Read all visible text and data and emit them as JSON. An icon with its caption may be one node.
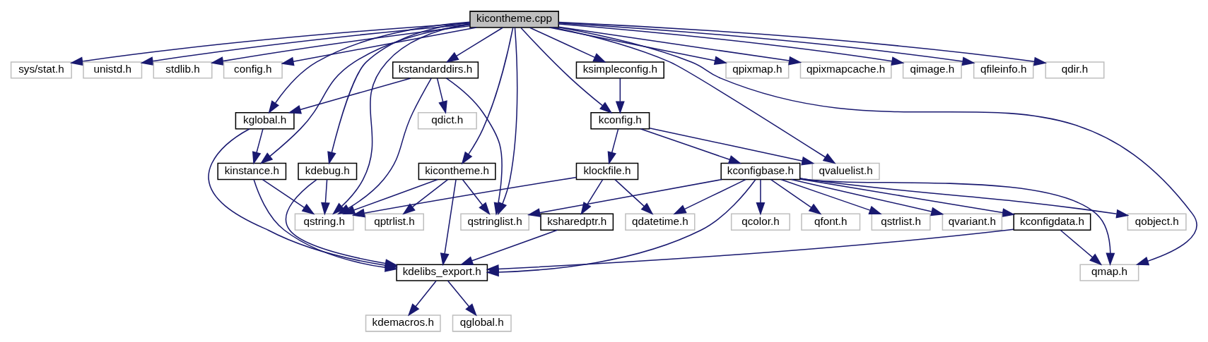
{
  "diagram": {
    "nodes": [
      {
        "text": [
          "kicontheme.cpp"
        ]
      },
      {
        "text": [
          "sys/stat.h"
        ]
      },
      {
        "text": [
          "unistd.h"
        ]
      },
      {
        "text": [
          "stdlib.h"
        ]
      },
      {
        "text": [
          "config.h"
        ]
      },
      {
        "text": [
          "kstandarddirs.h"
        ]
      },
      {
        "text": [
          "ksimpleconfig.h"
        ]
      },
      {
        "text": [
          "qpixmap.h"
        ]
      },
      {
        "text": [
          "qpixmapcache.h"
        ]
      },
      {
        "text": [
          "qimage.h"
        ]
      },
      {
        "text": [
          "qfileinfo.h"
        ]
      },
      {
        "text": [
          "qdir.h"
        ]
      },
      {
        "text": [
          "kglobal.h"
        ]
      },
      {
        "text": [
          "qdict.h"
        ]
      },
      {
        "text": [
          "kconfig.h"
        ]
      },
      {
        "text": [
          "kdebug.h"
        ]
      },
      {
        "text": [
          "kicontheme.h"
        ]
      },
      {
        "text": [
          "kinstance.h"
        ]
      },
      {
        "text": [
          "klockfile.h"
        ]
      },
      {
        "text": [
          "kconfigbase.h"
        ]
      },
      {
        "text": [
          "qvaluelist.h"
        ]
      },
      {
        "text": [
          "qptrlist.h"
        ]
      },
      {
        "text": [
          "qstring.h"
        ]
      },
      {
        "text": [
          "qstringlist.h"
        ]
      },
      {
        "text": [
          "ksharedptr.h"
        ]
      },
      {
        "text": [
          "qdatetime.h"
        ]
      },
      {
        "text": [
          "qobject.h"
        ]
      },
      {
        "text": [
          "kconfigdata.h"
        ]
      },
      {
        "text": [
          "qcolor.h"
        ]
      },
      {
        "text": [
          "qfont.h"
        ]
      },
      {
        "text": [
          "qstrlist.h"
        ]
      },
      {
        "text": [
          "qvariant.h"
        ]
      },
      {
        "text": [
          "kdelibs_export.h"
        ]
      },
      {
        "text": [
          "qmap.h"
        ]
      },
      {
        "text": [
          "kdemacros.h"
        ]
      },
      {
        "text": [
          "qglobal.h"
        ]
      }
    ],
    "edges": [
      {
        "from": 0,
        "to": 1,
        "arrow": "to"
      },
      {
        "from": 0,
        "to": 2,
        "arrow": "to"
      },
      {
        "from": 0,
        "to": 3,
        "arrow": "to"
      },
      {
        "from": 0,
        "to": 4,
        "arrow": "to"
      },
      {
        "from": 0,
        "to": 15,
        "arrow": "to"
      },
      {
        "from": 0,
        "to": 16,
        "arrow": "to"
      },
      {
        "from": 0,
        "to": 22,
        "arrow": "to"
      },
      {
        "from": 0,
        "to": 12,
        "arrow": "to"
      },
      {
        "from": 0,
        "to": 5,
        "arrow": "to"
      },
      {
        "from": 0,
        "to": 17,
        "arrow": "to"
      },
      {
        "from": 0,
        "to": 23,
        "arrow": "to"
      },
      {
        "from": 0,
        "to": 14,
        "arrow": "to"
      },
      {
        "from": 0,
        "to": 6,
        "arrow": "to"
      },
      {
        "from": 0,
        "to": 20,
        "arrow": "to"
      },
      {
        "from": 0,
        "to": 33,
        "arrow": "to"
      },
      {
        "from": 0,
        "to": 7,
        "arrow": "to"
      },
      {
        "from": 0,
        "to": 8,
        "arrow": "to"
      },
      {
        "from": 0,
        "to": 9,
        "arrow": "to"
      },
      {
        "from": 0,
        "to": 10,
        "arrow": "to"
      },
      {
        "from": 0,
        "to": 11,
        "arrow": "to"
      },
      {
        "from": 5,
        "to": 22,
        "arrow": "to"
      },
      {
        "from": 5,
        "to": 12,
        "arrow": "to"
      },
      {
        "from": 5,
        "to": 13,
        "arrow": "to"
      },
      {
        "from": 5,
        "to": 23,
        "arrow": "to"
      },
      {
        "from": 6,
        "to": 14,
        "arrow": "to"
      },
      {
        "from": 12,
        "to": 17,
        "arrow": "to"
      },
      {
        "from": 12,
        "to": 32,
        "arrow": "to"
      },
      {
        "from": 14,
        "to": 18,
        "arrow": "to"
      },
      {
        "from": 14,
        "to": 19,
        "arrow": "to"
      },
      {
        "from": 14,
        "to": 20,
        "arrow": "to"
      },
      {
        "from": 15,
        "to": 22,
        "arrow": "to"
      },
      {
        "from": 15,
        "to": 32,
        "arrow": "to"
      },
      {
        "from": 16,
        "to": 21,
        "arrow": "to"
      },
      {
        "from": 16,
        "to": 22,
        "arrow": "to"
      },
      {
        "from": 16,
        "to": 32,
        "arrow": "to"
      },
      {
        "from": 16,
        "to": 23,
        "arrow": "to"
      },
      {
        "from": 17,
        "to": 22,
        "arrow": "to"
      },
      {
        "from": 17,
        "to": 32,
        "arrow": "to"
      },
      {
        "from": 18,
        "to": 22,
        "arrow": "to"
      },
      {
        "from": 18,
        "to": 25,
        "arrow": "to"
      },
      {
        "from": 18,
        "to": 24,
        "arrow": "to"
      },
      {
        "from": 19,
        "to": 23,
        "arrow": "to"
      },
      {
        "from": 19,
        "to": 25,
        "arrow": "to"
      },
      {
        "from": 19,
        "to": 32,
        "arrow": "to"
      },
      {
        "from": 19,
        "to": 26,
        "arrow": "to"
      },
      {
        "from": 19,
        "to": 27,
        "arrow": "to"
      },
      {
        "from": 19,
        "to": 33,
        "arrow": "to"
      },
      {
        "from": 19,
        "to": 28,
        "arrow": "to"
      },
      {
        "from": 19,
        "to": 29,
        "arrow": "to"
      },
      {
        "from": 19,
        "to": 30,
        "arrow": "to"
      },
      {
        "from": 19,
        "to": 31,
        "arrow": "to"
      },
      {
        "from": 27,
        "to": 32,
        "arrow": "to"
      },
      {
        "from": 27,
        "to": 33,
        "arrow": "to"
      },
      {
        "from": 24,
        "to": 32,
        "arrow": "to"
      },
      {
        "from": 32,
        "to": 34,
        "arrow": "to"
      },
      {
        "from": 32,
        "to": 35,
        "arrow": "to"
      }
    ]
  }
}
